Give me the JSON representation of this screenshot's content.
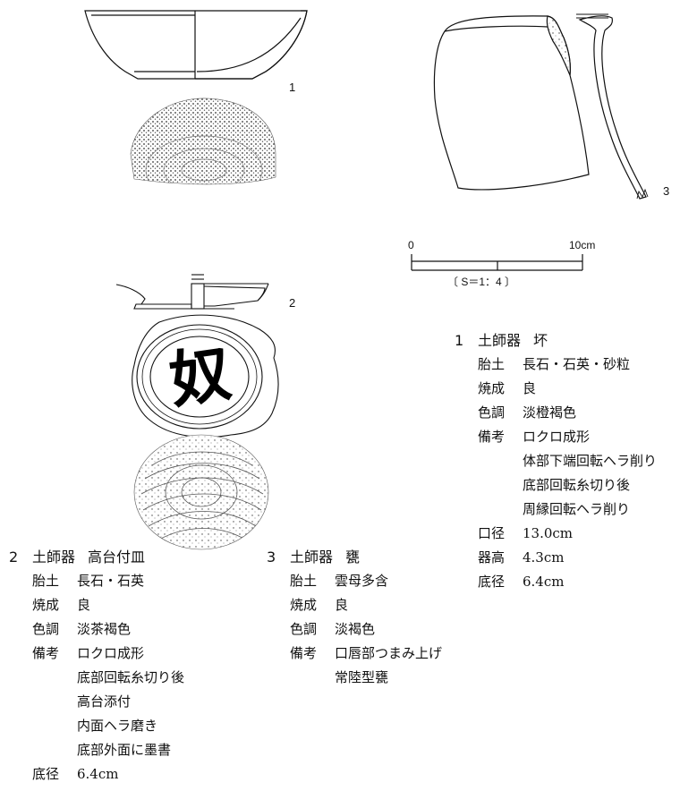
{
  "item_numbers": {
    "item1": "1",
    "item2": "2",
    "item3": "3"
  },
  "scale": {
    "start": "0",
    "end": "10cm",
    "ratio": "〔 S＝1：4 〕"
  },
  "ink_inscription": "奴",
  "descriptions": [
    {
      "id": "item1",
      "number": "1",
      "type": "土師器",
      "name": "坏",
      "attributes": [
        {
          "key": "胎土",
          "values": [
            "長石・石英・砂粒"
          ]
        },
        {
          "key": "焼成",
          "values": [
            "良"
          ]
        },
        {
          "key": "色調",
          "values": [
            "淡橙褐色"
          ]
        },
        {
          "key": "備考",
          "values": [
            "ロクロ成形",
            "体部下端回転ヘラ削り",
            "底部回転糸切り後",
            "周縁回転ヘラ削り"
          ]
        },
        {
          "key": "口径",
          "values": [
            "13.0cm"
          ]
        },
        {
          "key": "器高",
          "values": [
            "4.3cm"
          ]
        },
        {
          "key": "底径",
          "values": [
            "6.4cm"
          ]
        }
      ]
    },
    {
      "id": "item2",
      "number": "2",
      "type": "土師器",
      "name": "高台付皿",
      "attributes": [
        {
          "key": "胎土",
          "values": [
            "長石・石英"
          ]
        },
        {
          "key": "焼成",
          "values": [
            "良"
          ]
        },
        {
          "key": "色調",
          "values": [
            "淡茶褐色"
          ]
        },
        {
          "key": "備考",
          "values": [
            "ロクロ成形",
            "底部回転糸切り後",
            "高台添付",
            "内面ヘラ磨き",
            "底部外面に墨書"
          ]
        },
        {
          "key": "底径",
          "values": [
            "6.4cm"
          ]
        }
      ]
    },
    {
      "id": "item3",
      "number": "3",
      "type": "土師器",
      "name": "甕",
      "attributes": [
        {
          "key": "胎土",
          "values": [
            "雲母多含"
          ]
        },
        {
          "key": "焼成",
          "values": [
            "良"
          ]
        },
        {
          "key": "色調",
          "values": [
            "淡褐色"
          ]
        },
        {
          "key": "備考",
          "values": [
            "口唇部つまみ上げ",
            "常陸型甕"
          ]
        }
      ]
    }
  ]
}
